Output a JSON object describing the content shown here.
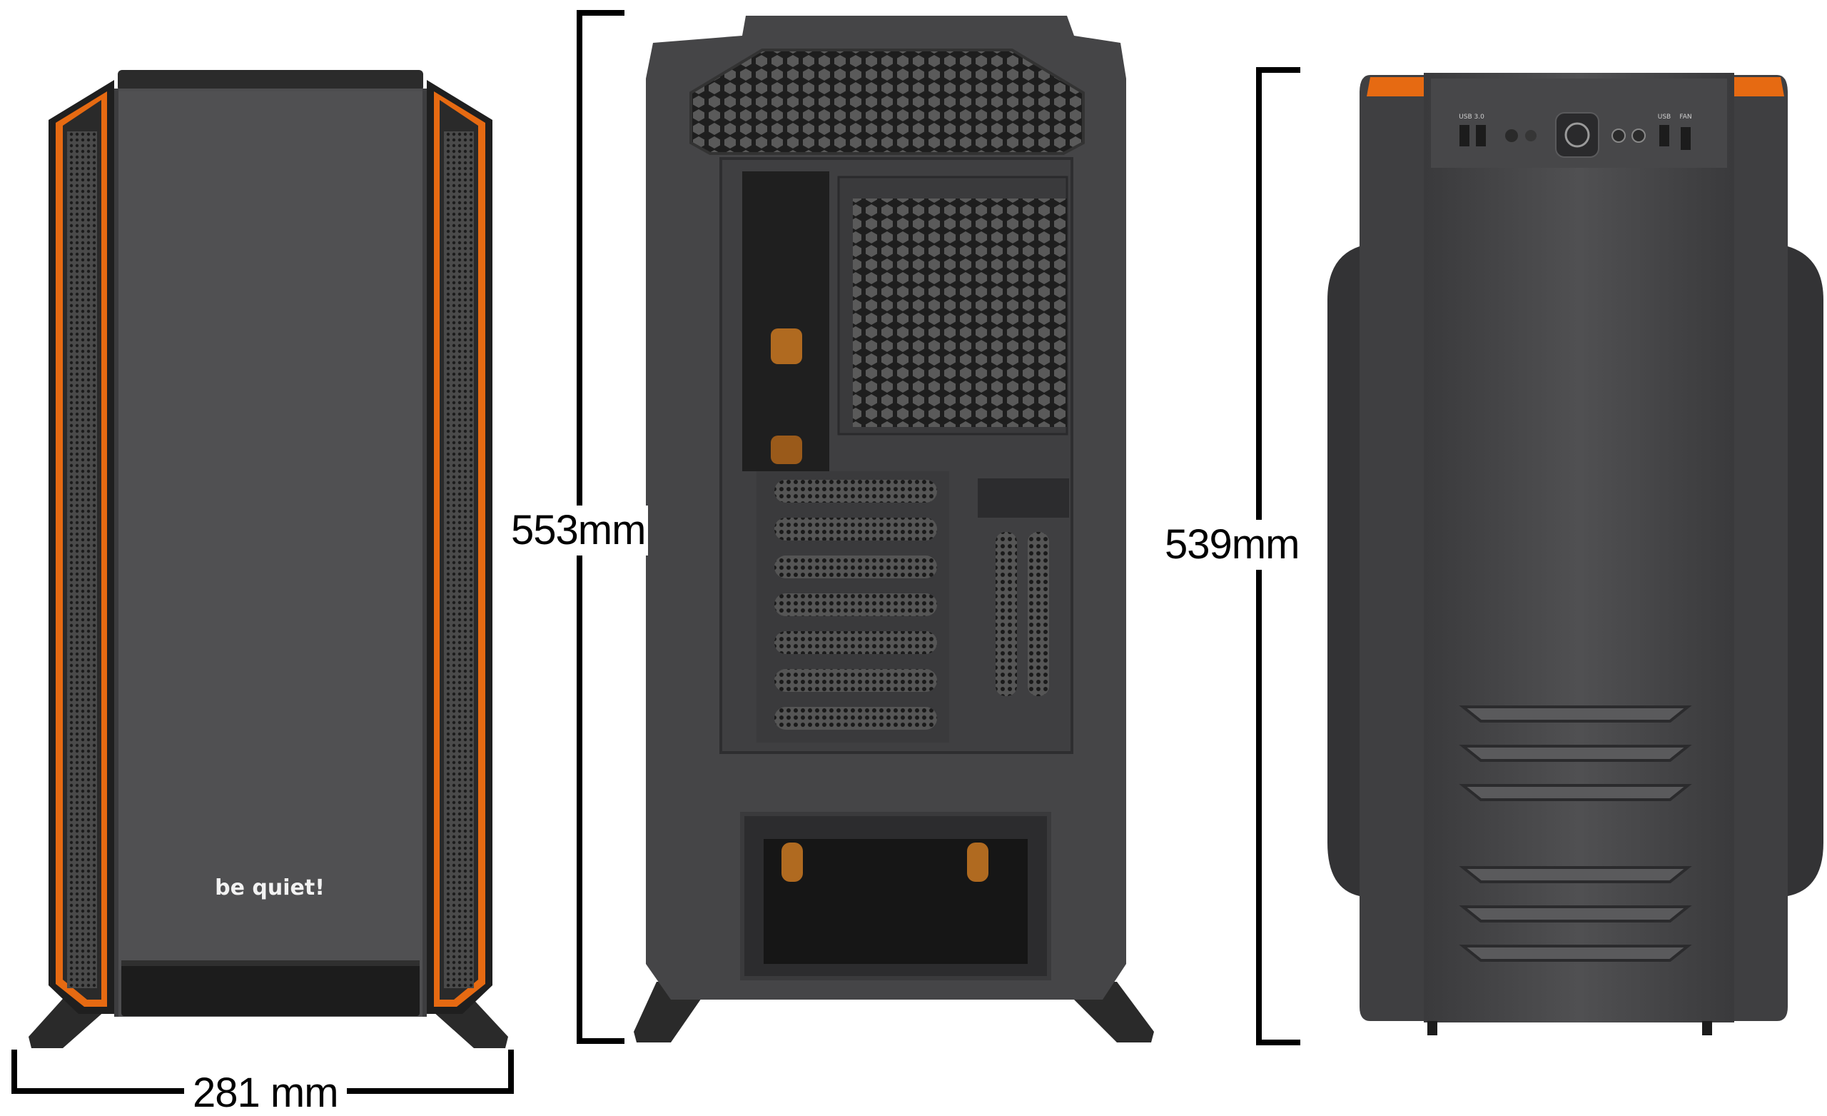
{
  "views": {
    "front": {
      "brand_logo": "be quiet!"
    },
    "rear": {},
    "side": {
      "io_labels": [
        "USB 3.0",
        "USB",
        "FAN"
      ]
    }
  },
  "dimensions": {
    "width": "281 mm",
    "height_rear": "553mm",
    "height_side": "539mm"
  },
  "colors": {
    "accent_orange": "#e66a12",
    "case_body": "#4a4a4c",
    "case_dark": "#2c2c2e",
    "mesh": "#3a3a3a",
    "background": "#ffffff"
  }
}
